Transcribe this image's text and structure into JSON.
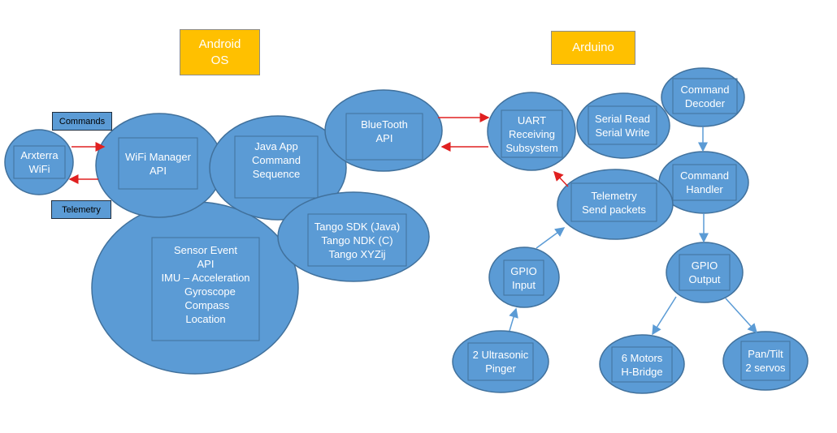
{
  "colors": {
    "node_fill": "#5b9bd5",
    "node_stroke": "#41719c",
    "header_fill": "#ffc000",
    "arrow_red": "#e02020",
    "arrow_blue": "#5b9bd5",
    "text": "#ffffff"
  },
  "headers": {
    "android": [
      "Android",
      "OS"
    ],
    "arduino": [
      "Arduino"
    ]
  },
  "tags": {
    "commands": "Commands",
    "telemetry": "Telemetry"
  },
  "nodes": {
    "arxterra": [
      "Arxterra",
      "WiFi"
    ],
    "wifi_manager": [
      "WiFi Manager",
      "",
      "API"
    ],
    "java_app": [
      "Java App",
      "Command",
      "Sequence"
    ],
    "bluetooth": [
      "BlueTooth",
      "API"
    ],
    "sensor_event": [
      "Sensor Event",
      "API",
      "IMU – Acceleration",
      "   Gyroscope",
      " Compass",
      "Location"
    ],
    "tango": [
      "Tango SDK (Java)",
      "Tango NDK (C)",
      "Tango XYZij"
    ],
    "uart": [
      "UART",
      "Receiving",
      "Subsystem"
    ],
    "serial": [
      "Serial Read",
      "Serial Write"
    ],
    "command_decoder": [
      "Command",
      "Decoder"
    ],
    "command_handler": [
      "Command",
      "Handler"
    ],
    "telemetry_send": [
      "Telemetry",
      "Send packets"
    ],
    "gpio_input": [
      "GPIO",
      "Input"
    ],
    "gpio_output": [
      "GPIO",
      "Output"
    ],
    "ultrasonic": [
      "2 Ultrasonic",
      "Pinger"
    ],
    "motors": [
      "6 Motors",
      "H-Bridge"
    ],
    "pantilt": [
      "Pan/Tilt",
      "2 servos"
    ]
  }
}
